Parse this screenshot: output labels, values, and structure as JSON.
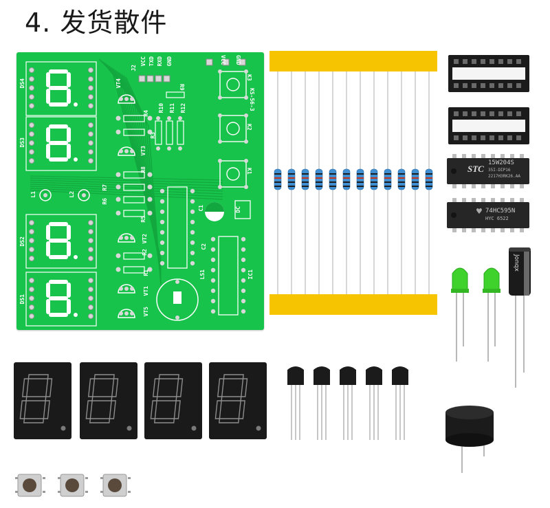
{
  "title": "4. 发货散件",
  "pcb": {
    "display_labels": [
      "DS4",
      "DS3",
      "DS2",
      "DS1"
    ],
    "header_label": "J2",
    "header_pins": [
      "VCC",
      "TXD",
      "RXD",
      "GND"
    ],
    "top_right_pins": [
      "VCC",
      "GND"
    ],
    "board_name": "KS-56-3",
    "button_labels": [
      "K3",
      "K2",
      "K1"
    ],
    "transistor_labels": [
      "VT4",
      "VT3",
      "VT2",
      "VT1",
      "VT5"
    ],
    "resistor_labels_top": [
      "R10",
      "R11",
      "R12"
    ],
    "resistor_labels": [
      "R4",
      "R3",
      "R8",
      "R7",
      "R6",
      "R5",
      "R2",
      "R1",
      "R9"
    ],
    "led_labels": [
      "L1",
      "L2"
    ],
    "cap_labels": [
      "C1",
      "C2"
    ],
    "dc_label": "DC",
    "ic_label": "IC1",
    "buzzer_label": "LS1"
  },
  "chips": {
    "mcu_brand": "STC",
    "mcu_model": "15W204S",
    "mcu_line2": "35I-DIP16",
    "mcu_line3": "2217H3RK26.AA",
    "shift_reg_model": "74HC595N",
    "shift_reg_line2": "HYC 6522"
  },
  "capacitor_brand": "Jonqx",
  "colors": {
    "pcb": "#17c34a",
    "tape": "#f6c400",
    "resistor": "#3f8fd2",
    "led": "#3fd12c",
    "display": "#1a1a1a"
  },
  "resistor_count": 12,
  "transistor_count": 5,
  "display_count": 4,
  "button_count": 3
}
